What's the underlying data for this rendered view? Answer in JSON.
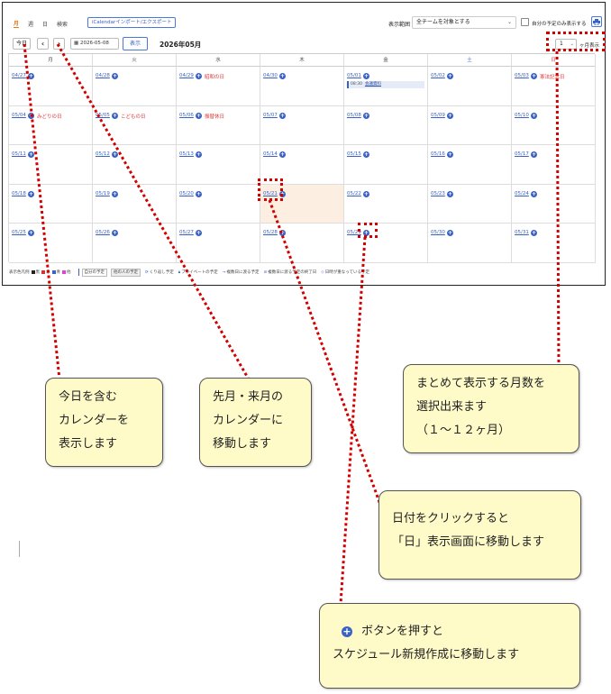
{
  "toolbar": {
    "view_tabs": [
      "月",
      "週",
      "日",
      "検索"
    ],
    "ical_button": "iCalendarインポート/エクスポート",
    "range_label": "表示範囲",
    "team_select": "全チームを対象とする",
    "own_only_label": "自分の予定のみ表示する",
    "today_button": "今日",
    "prev_button": "‹",
    "next_button": "›",
    "date_value": "2026-05-08",
    "show_button": "表示",
    "month_title": "2026年05月",
    "months_count": "1",
    "months_suffix": "ヶ月表示"
  },
  "calendar": {
    "weekdays": [
      "月",
      "火",
      "水",
      "木",
      "金",
      "土",
      "日"
    ],
    "weeks": [
      [
        {
          "date": "04/27"
        },
        {
          "date": "04/28"
        },
        {
          "date": "04/29",
          "holiday": "昭和の日"
        },
        {
          "date": "04/30"
        },
        {
          "date": "05/01",
          "event_time": "08:30",
          "event_title": "会議資料"
        },
        {
          "date": "05/02"
        },
        {
          "date": "05/03",
          "holiday": "憲法記念日"
        }
      ],
      [
        {
          "date": "05/04",
          "holiday": "みどりの日"
        },
        {
          "date": "05/05",
          "holiday": "こどもの日"
        },
        {
          "date": "05/06",
          "holiday": "振替休日"
        },
        {
          "date": "05/07"
        },
        {
          "date": "05/08"
        },
        {
          "date": "05/09"
        },
        {
          "date": "05/10"
        }
      ],
      [
        {
          "date": "05/11"
        },
        {
          "date": "05/12"
        },
        {
          "date": "05/13"
        },
        {
          "date": "05/14"
        },
        {
          "date": "05/15"
        },
        {
          "date": "05/16"
        },
        {
          "date": "05/17"
        }
      ],
      [
        {
          "date": "05/18"
        },
        {
          "date": "05/19"
        },
        {
          "date": "05/20"
        },
        {
          "date": "05/21",
          "today": true
        },
        {
          "date": "05/22"
        },
        {
          "date": "05/23"
        },
        {
          "date": "05/24"
        }
      ],
      [
        {
          "date": "05/25"
        },
        {
          "date": "05/26"
        },
        {
          "date": "05/27"
        },
        {
          "date": "05/28"
        },
        {
          "date": "05/29"
        },
        {
          "date": "05/30"
        },
        {
          "date": "05/31"
        }
      ]
    ]
  },
  "legend": {
    "colors_label": "表示色凡例",
    "color_names": [
      "黒",
      "赤",
      "青",
      "他"
    ],
    "colors": [
      "#222222",
      "#d33333",
      "#3a62c4",
      "#e040e0"
    ],
    "own_box": "自分の予定",
    "other_box": "他の人の予定",
    "items": [
      "くり返し予定",
      "プライベートの予定",
      "複数日に渡る予定",
      "複数日に渡る予定の終了日",
      "日時が重なっている予定"
    ],
    "item_icons": [
      "repeat-icon",
      "lock-icon",
      "arrow-icon",
      "no-entry-icon",
      "diamond-icon"
    ]
  },
  "annotations": {
    "today": [
      "今日を含む",
      "カレンダーを",
      "表示します"
    ],
    "prevnext": [
      "先月・来月の",
      "カレンダーに",
      "移動します"
    ],
    "months": [
      "まとめて表示する月数を",
      "選択出来ます",
      "（１～１２ヶ月）"
    ],
    "date_click": [
      "日付をクリックすると",
      "「日」表示画面に移動します"
    ],
    "plus": [
      "ボタンを押すと",
      "スケジュール新規作成に移動します"
    ]
  },
  "colors": {
    "accent": "#3a62c4",
    "tab_active": "#e07b17",
    "holiday": "#d33333",
    "today_bg": "#fdeee2",
    "callout_bg": "#fffbc9",
    "pointer": "#d40000"
  }
}
